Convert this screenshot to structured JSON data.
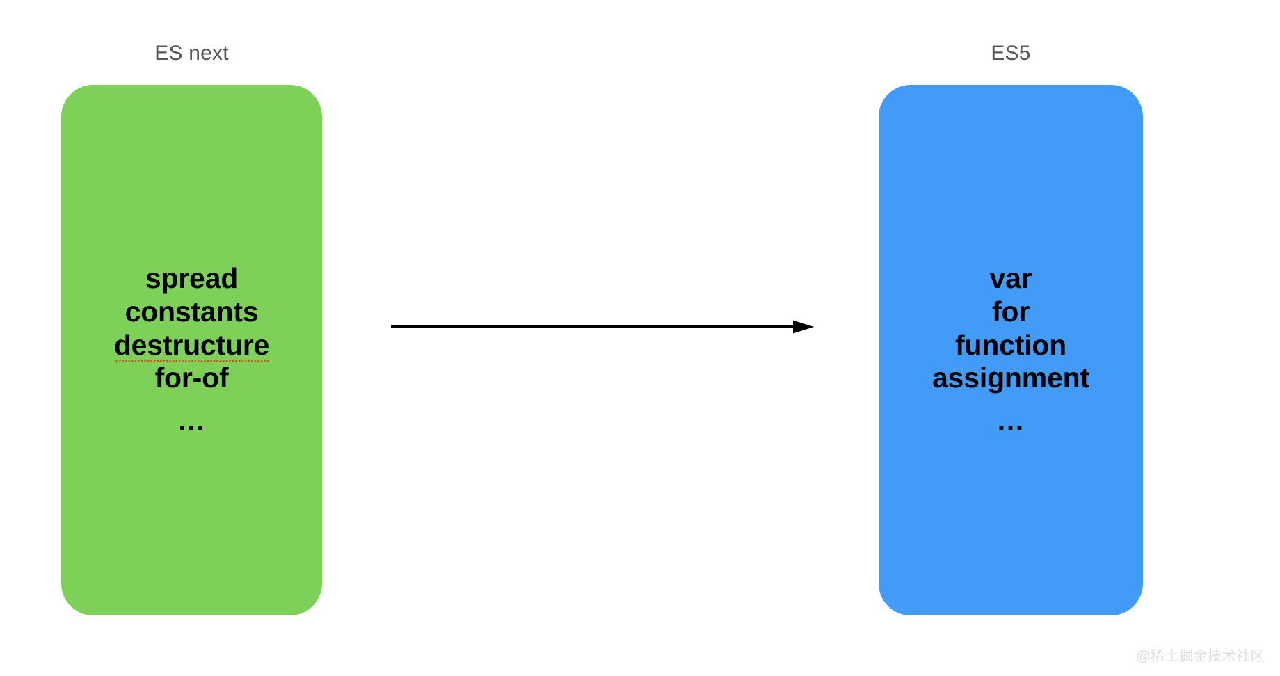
{
  "page": {
    "background_color": "#ffffff",
    "title": "ES next to ES5 transpilation diagram"
  },
  "columns": {
    "source": {
      "label": "ES next",
      "box_color": "#7ED158",
      "items": [
        {
          "text": "spread",
          "misspelled": false
        },
        {
          "text": "constants",
          "misspelled": false
        },
        {
          "text": "destructure",
          "misspelled": true
        },
        {
          "text": "for-of",
          "misspelled": false
        },
        {
          "text": "…",
          "misspelled": false
        }
      ]
    },
    "target": {
      "label": "ES5",
      "box_color": "#429BF7",
      "items": [
        {
          "text": "var",
          "misspelled": false
        },
        {
          "text": "for",
          "misspelled": false
        },
        {
          "text": "function",
          "misspelled": false
        },
        {
          "text": "assignment",
          "misspelled": false
        },
        {
          "text": "…",
          "misspelled": false
        }
      ]
    }
  },
  "arrow": {
    "direction": "right",
    "color": "#000000",
    "label": ""
  },
  "colors": {
    "label_text": "#555759",
    "item_text": "#000000",
    "spellcheck_underline": "#d9451f",
    "watermark_text": "#dcdde0"
  },
  "watermark": {
    "text": "@稀土掘金技术社区"
  }
}
